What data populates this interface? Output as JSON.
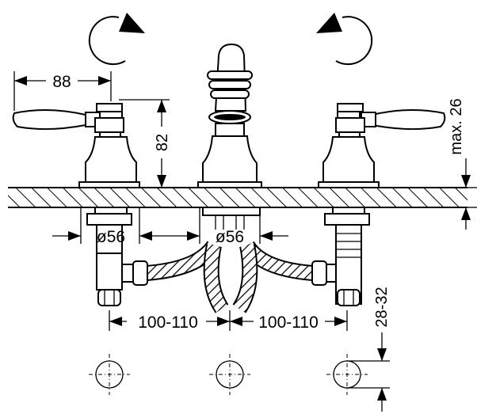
{
  "dimensions": {
    "handle_reach": "88",
    "valve_height": "82",
    "max_thickness": "max. 26",
    "left_hole_diameter": "ø56",
    "center_hole_diameter": "ø56",
    "left_spacing": "100-110",
    "right_spacing": "100-110",
    "hole_spread": "28-32"
  },
  "colors": {
    "line": "#000000",
    "background": "#ffffff"
  },
  "icons": {
    "left_rotation": "rotate-clockwise-icon",
    "right_rotation": "rotate-counterclockwise-icon"
  }
}
